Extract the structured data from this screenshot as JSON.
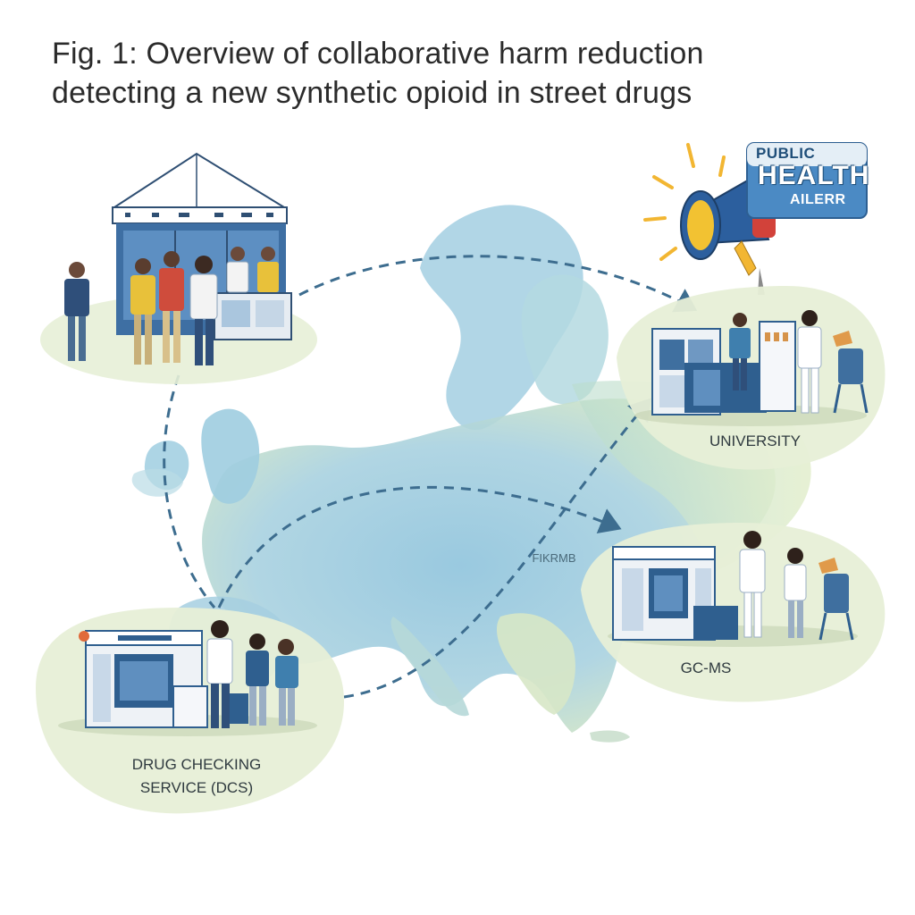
{
  "title": {
    "line1": "Fig. 1: Overview of collaborative harm reduction",
    "line2": "detecting a new synthetic opioid in street drugs"
  },
  "alert": {
    "line1": "PUBLIC",
    "line2": "HEALTH",
    "line3": "AILERR"
  },
  "nodes": {
    "university": "UNIVERSITY",
    "gcms": "GC-MS",
    "dcs_line1": "DRUG CHECKING",
    "dcs_line2": "SERVICE (DCS)"
  },
  "map_label": "FIKRMB",
  "colors": {
    "map_blue": "#9ccbe0",
    "map_green": "#cfe3b8",
    "island_fill": "#eaf1d8",
    "arrow": "#3d6d8f",
    "equipment": "#2f5f8f",
    "megaphone": "#2c5f9e",
    "alert_bg": "#4b8ac4"
  }
}
